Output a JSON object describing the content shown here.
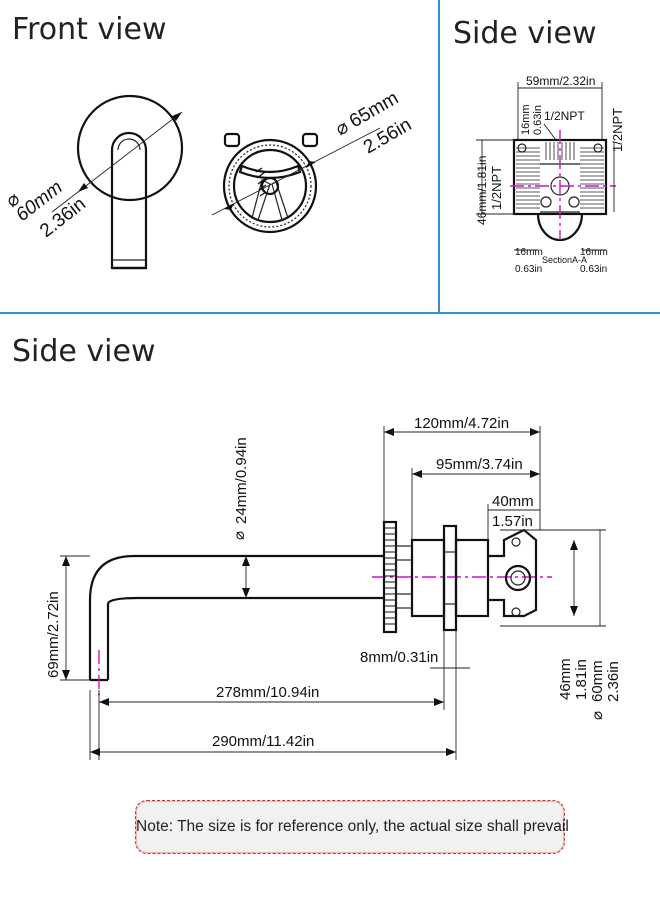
{
  "panels": {
    "front_view": {
      "title": "Front view"
    },
    "side_view_top": {
      "title": "Side view"
    },
    "side_view_main": {
      "title": "Side view"
    }
  },
  "front_view": {
    "dim_outer_mm": "60mm",
    "dim_outer_in": "2.36in",
    "dim_handle_mm": "65mm",
    "dim_handle_in": "2.56in"
  },
  "valve_section": {
    "width": "59mm/2.32in",
    "top_offset_mm": "16mm",
    "top_offset_in": "0.63in",
    "top_thread": "1/2NPT",
    "right_thread": "1/2NPT",
    "left_thread": "1/2NPT",
    "height": "46mm/1.81in",
    "bottom_left_mm": "16mm",
    "bottom_left_in": "0.63in",
    "bottom_right_mm": "16mm",
    "bottom_right_in": "0.63in",
    "section_label": "SectionA-A"
  },
  "side_view": {
    "pipe_diameter": "24mm/0.94in",
    "depth_total": "120mm/4.72in",
    "depth_body": "95mm/3.74in",
    "valve_width_mm": "40mm",
    "valve_width_in": "1.57in",
    "spout_height": "69mm/2.72in",
    "plate_thickness": "8mm/0.31in",
    "spout_reach": "278mm/10.94in",
    "overall_length": "290mm/11.42in",
    "valve_height_mm": "46mm",
    "valve_height_in": "1.81in",
    "plate_dia_mm": "60mm",
    "plate_dia_in": "2.36in"
  },
  "note": {
    "text": "Note: The size is for reference only, the actual size shall prevail"
  }
}
